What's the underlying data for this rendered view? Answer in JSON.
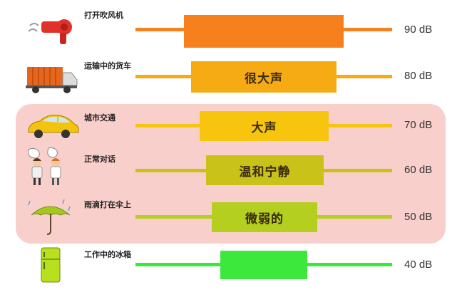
{
  "rows": [
    {
      "label": "打开吹风机",
      "db": "90 dB",
      "box_text": "",
      "color": "#f7801e",
      "icon": "hair-dryer-icon"
    },
    {
      "label": "运输中的货车",
      "db": "80 dB",
      "box_text": "很大声",
      "color": "#f6aa14",
      "icon": "truck-icon"
    },
    {
      "label": "城市交通",
      "db": "70 dB",
      "box_text": "大声",
      "color": "#f7c40e",
      "icon": "car-icon"
    },
    {
      "label": "正常对话",
      "db": "60 dB",
      "box_text": "温和宁静",
      "color": "#c9c219",
      "icon": "conversation-icon"
    },
    {
      "label": "雨滴打在伞上",
      "db": "50 dB",
      "box_text": "微弱的",
      "color": "#b4cf1f",
      "icon": "umbrella-icon"
    },
    {
      "label": "工作中的冰箱",
      "db": "40 dB",
      "box_text": "",
      "color": "#3ce83c",
      "icon": "refrigerator-icon"
    }
  ],
  "highlight_color": "#f9cfcb"
}
